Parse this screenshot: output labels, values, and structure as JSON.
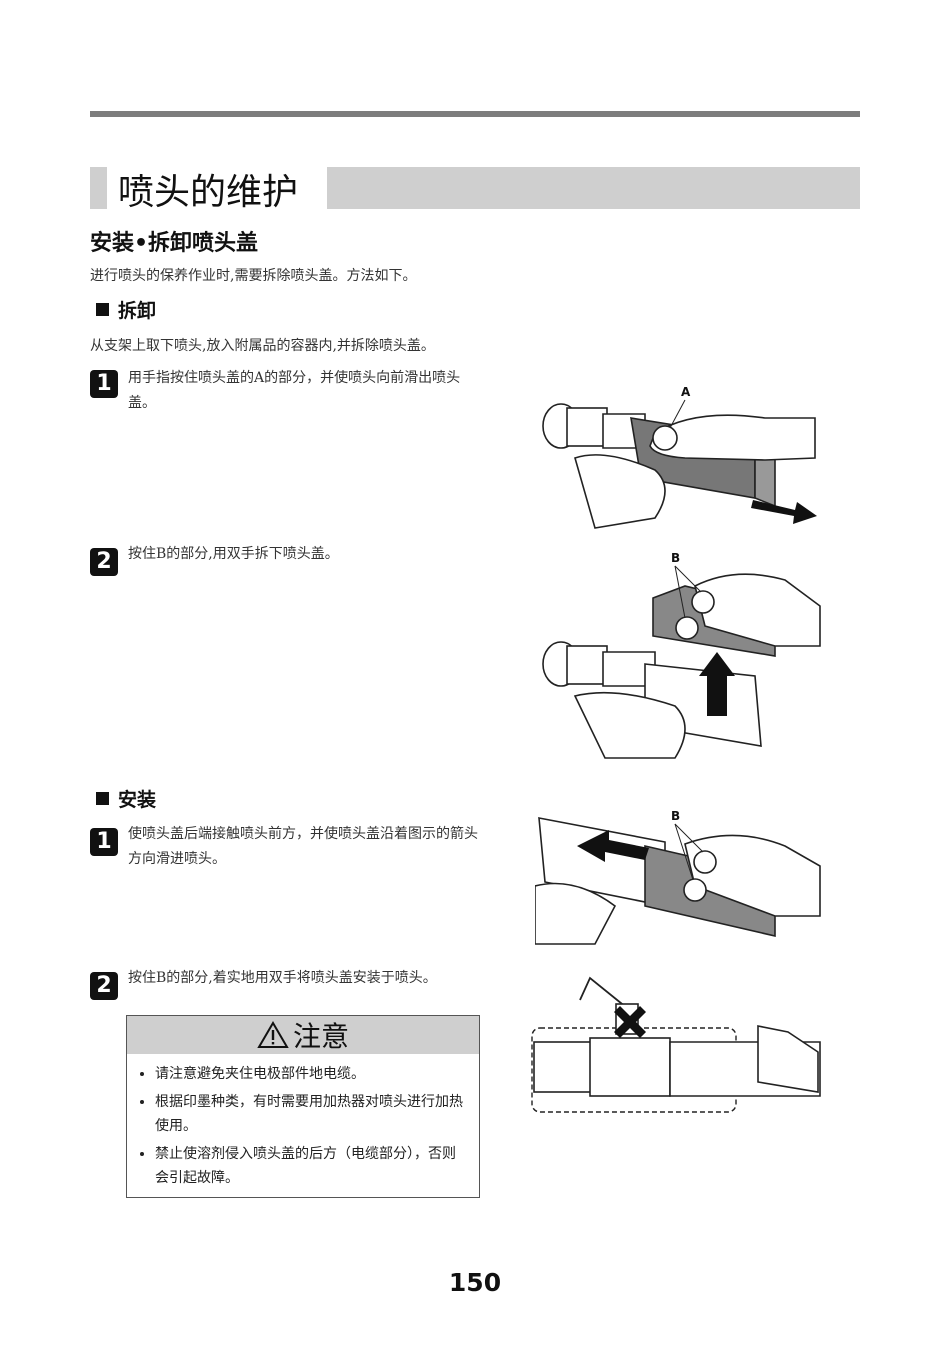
{
  "page": {
    "title": "喷头的维护",
    "section_title": "安装•拆卸喷头盖",
    "intro": "进行喷头的保养作业时,需要拆除喷头盖。方法如下。",
    "page_number": "150"
  },
  "removal": {
    "heading": "拆卸",
    "intro": "从支架上取下喷头,放入附属品的容器内,并拆除喷头盖。",
    "steps": [
      {
        "number": "1",
        "text": "用手指按住喷头盖的A的部分，并使喷头向前滑出喷头盖。",
        "figure_label": "A"
      },
      {
        "number": "2",
        "text": "按住B的部分,用双手拆下喷头盖。",
        "figure_label": "B"
      }
    ]
  },
  "install": {
    "heading": "安装",
    "steps": [
      {
        "number": "1",
        "text": "使喷头盖后端接触喷头前方，并使喷头盖沿着图示的箭头方向滑进喷头。",
        "figure_label": "B"
      },
      {
        "number": "2",
        "text": "按住B的部分,着实地用双手将喷头盖安装于喷头。"
      }
    ]
  },
  "caution": {
    "title": "注意",
    "items": [
      "请注意避免夹住电极部件地电缆。",
      "根据印墨种类，有时需要用加热器对喷头进行加热使用。",
      "禁止使溶剂侵入喷头盖的后方（电缆部分），否则会引起故障。"
    ]
  },
  "colors": {
    "rule": "#7d7d7d",
    "band": "#cfcfcf",
    "text": "#333333"
  }
}
